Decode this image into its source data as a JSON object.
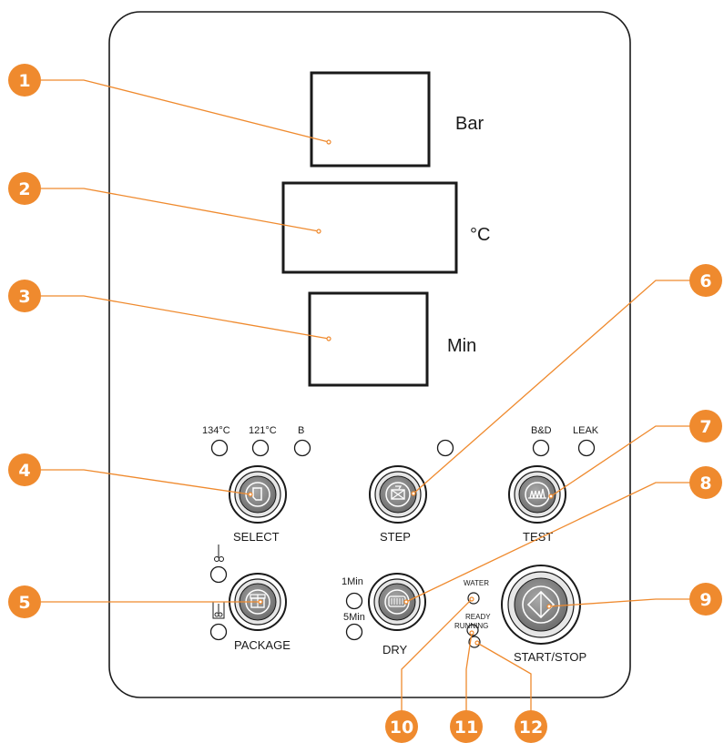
{
  "colors": {
    "accent": "#EF8A2E",
    "panel_border": "#1a1a1a",
    "button_face": "#8a8a8a"
  },
  "displays": {
    "pressure_unit": "Bar",
    "temperature_unit": "°C",
    "time_unit": "Min"
  },
  "temp_indicators": {
    "t134": "134°C",
    "t121": "121°C",
    "b": "B"
  },
  "test_indicators": {
    "bd": "B&D",
    "leak": "LEAK"
  },
  "dry_indicators": {
    "one_min": "1Min",
    "five_min": "5Min"
  },
  "status_indicators": {
    "water": "WATER",
    "ready": "READY",
    "running": "RUNNING"
  },
  "buttons": {
    "select": {
      "label": "SELECT",
      "icon": "document-icon"
    },
    "step": {
      "label": "STEP",
      "icon": "envelope-icon"
    },
    "test": {
      "label": "TEST",
      "icon": "wave-icon"
    },
    "package": {
      "label": "PACKAGE",
      "icon": "gift-icon"
    },
    "dry": {
      "label": "DRY",
      "icon": "heater-icon"
    },
    "start_stop": {
      "label": "START/STOP",
      "icon": "diamond-icon"
    }
  },
  "callouts": [
    "1",
    "2",
    "3",
    "4",
    "5",
    "6",
    "7",
    "8",
    "9",
    "10",
    "11",
    "12"
  ]
}
